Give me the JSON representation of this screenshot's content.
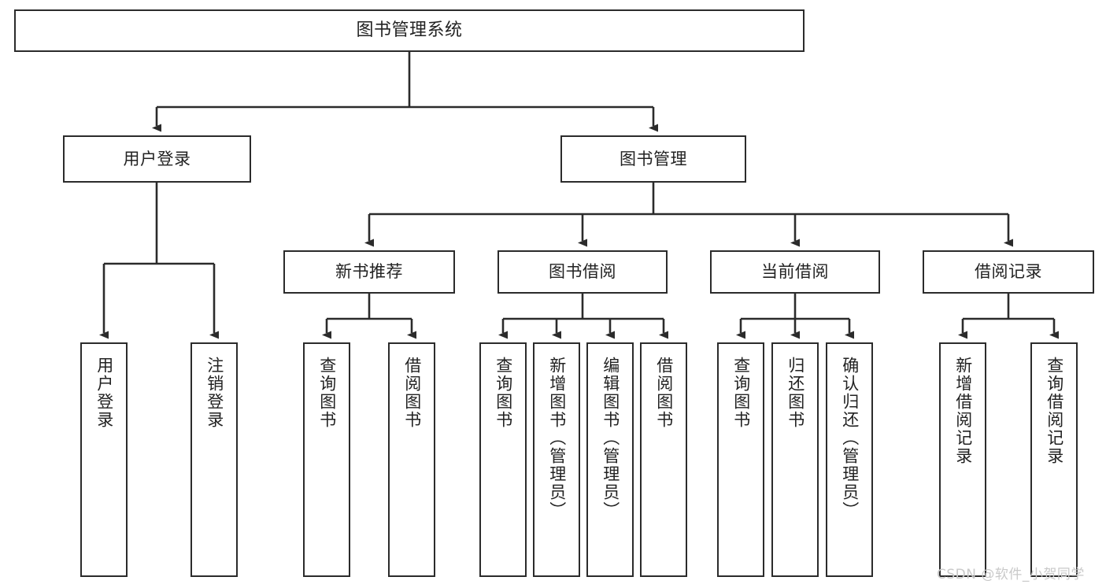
{
  "diagram": {
    "title": "图书管理系统",
    "type": "tree-hierarchy-chart",
    "colors": {
      "box_stroke": "#2b2b2b",
      "box_fill": "#ffffff",
      "edge_stroke": "#2b2b2b",
      "text": "#222222",
      "watermark": "#c9c9c9",
      "background": "#ffffff"
    },
    "root": {
      "label": "图书管理系统"
    },
    "level2": [
      {
        "id": "user-login",
        "label": "用户登录"
      },
      {
        "id": "book-management",
        "label": "图书管理"
      }
    ],
    "level3": [
      {
        "id": "new-book-recommend",
        "label": "新书推荐"
      },
      {
        "id": "book-borrow",
        "label": "图书借阅"
      },
      {
        "id": "current-borrow",
        "label": "当前借阅"
      },
      {
        "id": "borrow-record",
        "label": "借阅记录"
      }
    ],
    "leaves": {
      "user-login": [
        {
          "id": "leaf-user-login",
          "label": "用户登录"
        },
        {
          "id": "leaf-logout-login",
          "label": "注销登录"
        }
      ],
      "new-book-recommend": [
        {
          "id": "leaf-query-book-1",
          "label": "查询图书"
        },
        {
          "id": "leaf-borrow-book-1",
          "label": "借阅图书"
        }
      ],
      "book-borrow": [
        {
          "id": "leaf-query-book-2",
          "label": "查询图书"
        },
        {
          "id": "leaf-add-book",
          "label": "新增图书（管理员）"
        },
        {
          "id": "leaf-edit-book",
          "label": "编辑图书（管理员）"
        },
        {
          "id": "leaf-borrow-book-2",
          "label": "借阅图书"
        }
      ],
      "current-borrow": [
        {
          "id": "leaf-query-book-3",
          "label": "查询图书"
        },
        {
          "id": "leaf-return-book",
          "label": "归还图书"
        },
        {
          "id": "leaf-confirm-return",
          "label": "确认归还（管理员）"
        }
      ],
      "borrow-record": [
        {
          "id": "leaf-add-record",
          "label": "新增借阅记录"
        },
        {
          "id": "leaf-query-record",
          "label": "查询借阅记录"
        }
      ]
    }
  },
  "watermark": {
    "text": "CSDN @软件_小贺同学"
  }
}
